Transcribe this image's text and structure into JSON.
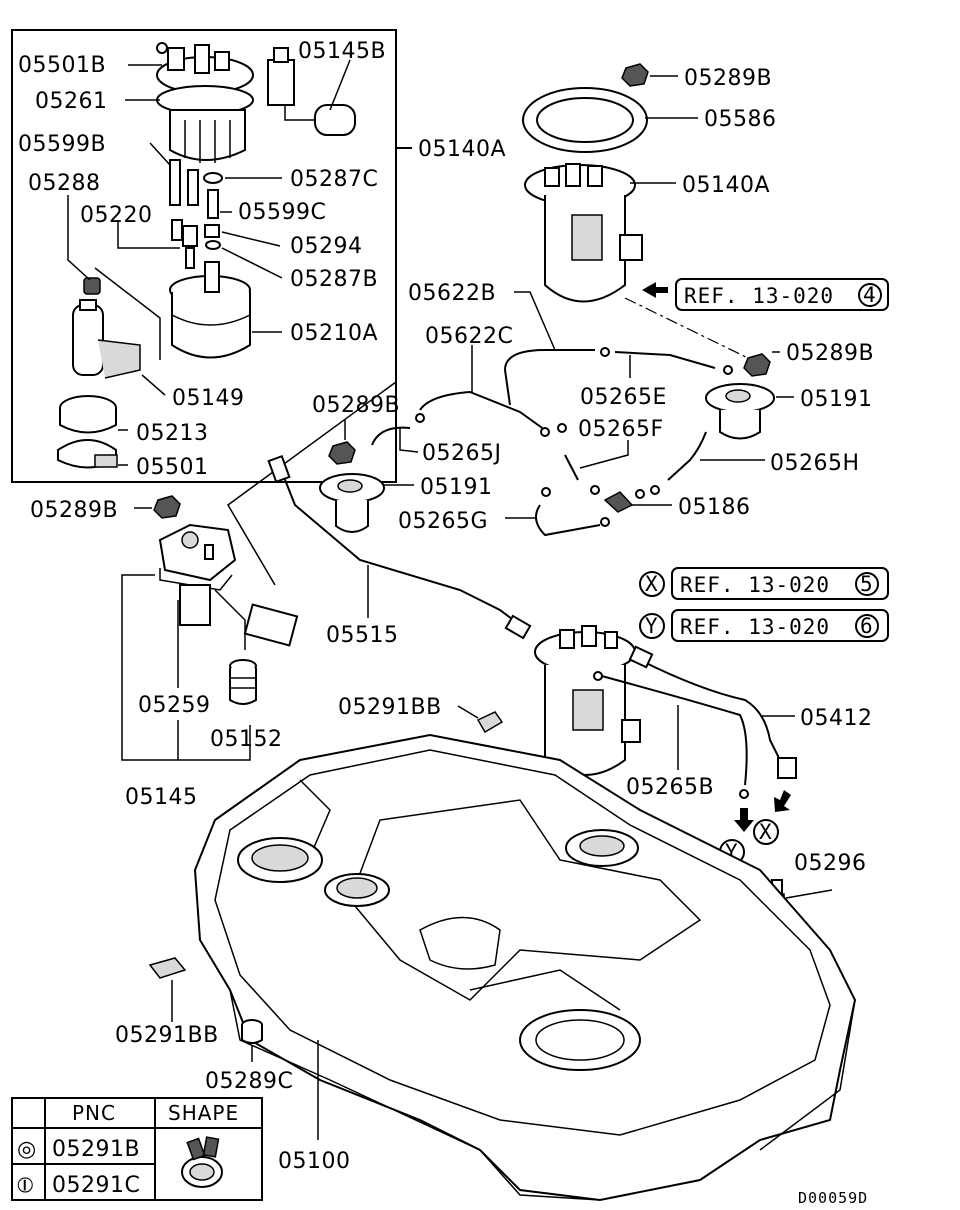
{
  "labels": {
    "l05501b_top": "05501B",
    "l05261": "05261",
    "l05599b": "05599B",
    "l05288": "05288",
    "l05220": "05220",
    "l05145b": "05145B",
    "l05287c": "05287C",
    "l05599c": "05599C",
    "l05294": "05294",
    "l05287b": "05287B",
    "l05210a": "05210A",
    "l05149": "05149",
    "l05213": "05213",
    "l05501": "05501",
    "l05140a_box": "05140A",
    "l05289b_1": "05289B",
    "l05586": "05586",
    "l05140a": "05140A",
    "l05622b": "05622B",
    "l05622c": "05622C",
    "l05289b_2": "05289B",
    "l05265e": "05265E",
    "l05191_r": "05191",
    "l05289b_3": "05289B",
    "l05265j": "05265J",
    "l05265f": "05265F",
    "l05265h": "05265H",
    "l05191_l": "05191",
    "l05186": "05186",
    "l05265g": "05265G",
    "l05289b_4": "05289B",
    "l05515": "05515",
    "l05259": "05259",
    "l05152": "05152",
    "l05145": "05145",
    "l05291bb_top": "05291BB",
    "l05412": "05412",
    "l05265b": "05265B",
    "l05296": "05296",
    "l05291bb_bot": "05291BB",
    "l05289c": "05289C",
    "l05100": "05100",
    "diagram_code": "D00059D"
  },
  "refs": {
    "ref4": {
      "text": "REF. 13-020",
      "num": "4"
    },
    "ref5": {
      "text": "REF. 13-020",
      "num": "5",
      "tag": "X"
    },
    "ref6": {
      "text": "REF. 13-020",
      "num": "6",
      "tag": "Y"
    },
    "tag_x": "X",
    "tag_y": "Y"
  },
  "legend": {
    "col_pnc": "PNC",
    "col_shape": "SHAPE",
    "rows": [
      {
        "symbol": "◎",
        "pnc": "05291B"
      },
      {
        "symbol": "⦶",
        "pnc": "05291C"
      }
    ]
  }
}
